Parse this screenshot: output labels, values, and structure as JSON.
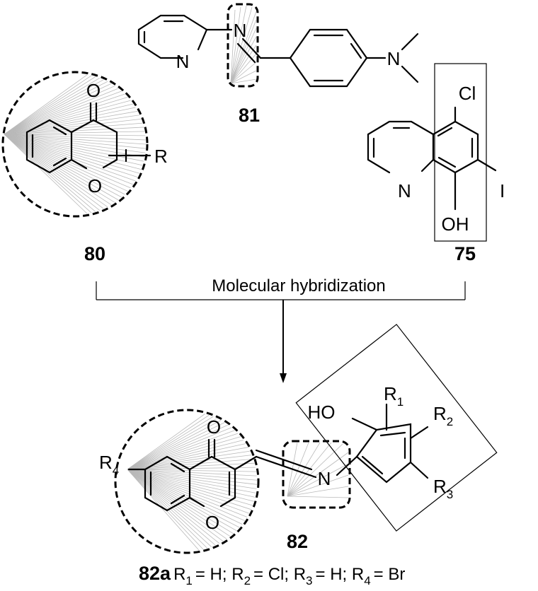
{
  "compounds": {
    "c80": "80",
    "c81": "81",
    "c75": "75",
    "c82": "82"
  },
  "arrow_label": "Molecular hybridization",
  "atoms": {
    "N": "N",
    "O": "O",
    "R": "R",
    "Cl": "Cl",
    "I": "I",
    "OH": "OH",
    "HO": "HO",
    "R1": "R",
    "R2": "R",
    "R3": "R",
    "R4": "R",
    "s1": "1",
    "s2": "2",
    "s3": "3",
    "s4": "4"
  },
  "footnote": {
    "bold": "82a",
    "parts": [
      " R",
      "1",
      " = H; R",
      "2",
      " = Cl; R",
      "3",
      " = H; R",
      "4",
      " = Br"
    ]
  }
}
